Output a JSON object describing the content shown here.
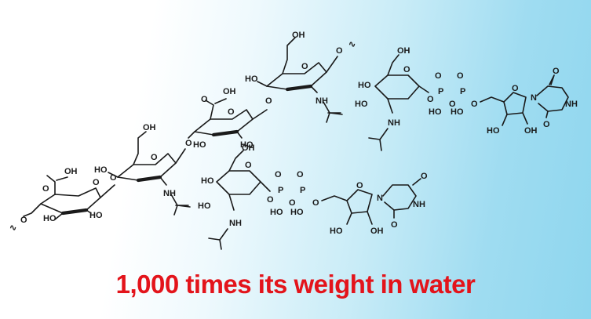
{
  "caption": "1,000 times its weight in water",
  "colors": {
    "caption": "#e3141b",
    "structure": "#1a1a1a",
    "background_light": "#ffffff",
    "background_dark": "#8ed6ee"
  },
  "labels": {
    "OH": "OH",
    "HO": "HO",
    "NH": "NH",
    "N": "N",
    "O": "O",
    "P": "P",
    "wavy": "∿"
  }
}
